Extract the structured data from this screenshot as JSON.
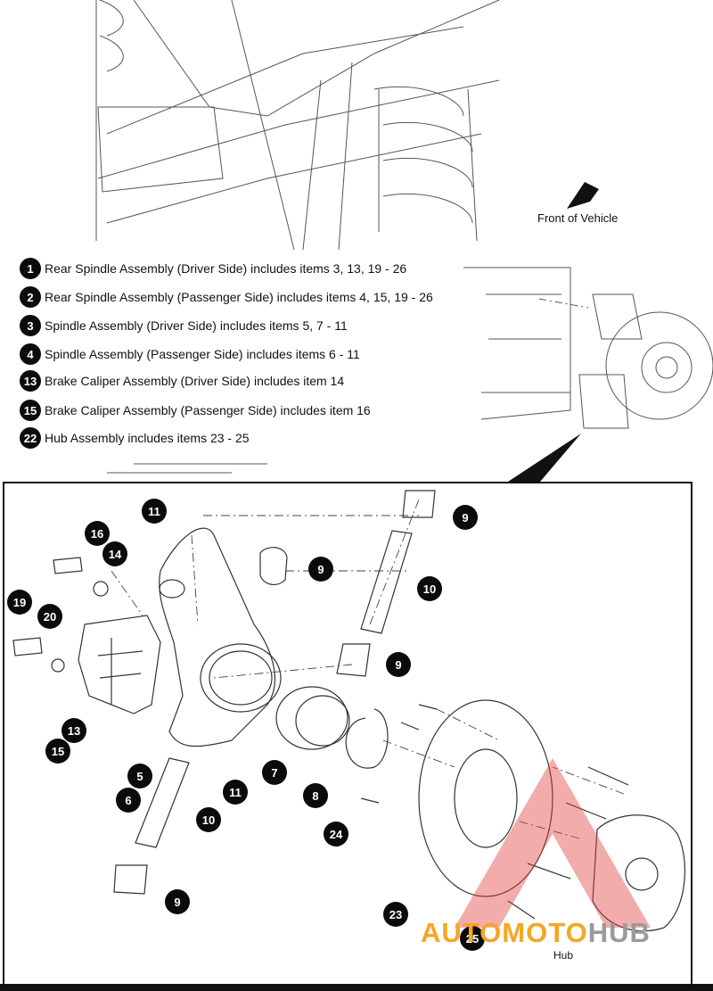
{
  "labels": {
    "front_of_vehicle": "Front of Vehicle",
    "hub": "Hub"
  },
  "legend": [
    {
      "num": "1",
      "text": "Rear Spindle Assembly (Driver Side) includes items 3, 13, 19 - 26"
    },
    {
      "num": "2",
      "text": "Rear Spindle Assembly (Passenger Side) includes items 4, 15, 19 - 26"
    },
    {
      "num": "3",
      "text": "Spindle Assembly (Driver Side) includes items 5, 7 - 11"
    },
    {
      "num": "4",
      "text": "Spindle Assembly (Passenger Side) includes items 6 - 11"
    },
    {
      "num": "13",
      "text": "Brake Caliper Assembly (Driver Side) includes item 14"
    },
    {
      "num": "15",
      "text": "Brake Caliper Assembly (Passenger Side) includes item 16"
    },
    {
      "num": "22",
      "text": "Hub Assembly includes items 23 - 25"
    }
  ],
  "callouts": [
    "11",
    "9",
    "16",
    "14",
    "9",
    "10",
    "19",
    "20",
    "9",
    "5",
    "13",
    "15",
    "6",
    "11",
    "7",
    "8",
    "10",
    "24",
    "9",
    "23",
    "25"
  ],
  "watermark": {
    "part1": "AUTOMOTO",
    "part2": "HUB",
    "color1": "#f5a623",
    "color2": "#9a9a9a",
    "logo_color": "#e03a3a"
  }
}
